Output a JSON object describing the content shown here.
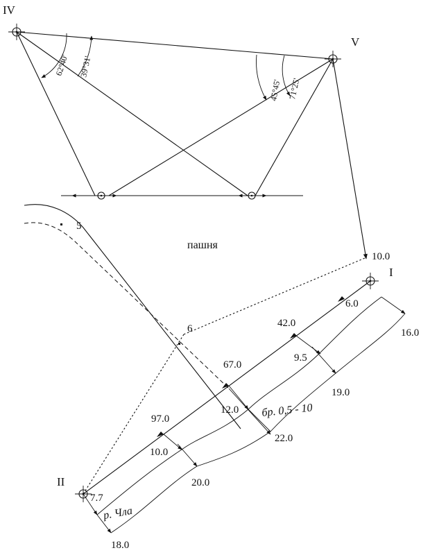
{
  "stations": {
    "IV": "IV",
    "V": "V",
    "I": "I",
    "II": "II"
  },
  "angles": {
    "a1": "62°40'",
    "a2": "39°31'",
    "a3": "45°45'",
    "a4": "71°25'"
  },
  "points": {
    "p5": "5",
    "p6": "6"
  },
  "area_label": "пашня",
  "river_label": "р. Чла",
  "bank_label": "бр. 0,5 - 10",
  "measurements": {
    "m_10_top": "10.0",
    "m_6": "6.0",
    "m_16": "16.0",
    "m_42": "42.0",
    "m_9_5": "9.5",
    "m_19": "19.0",
    "m_67": "67.0",
    "m_12": "12.0",
    "m_22": "22.0",
    "m_97": "97.0",
    "m_10_low": "10.0",
    "m_20": "20.0",
    "m_7_7": "7.7",
    "m_18": "18.0"
  }
}
